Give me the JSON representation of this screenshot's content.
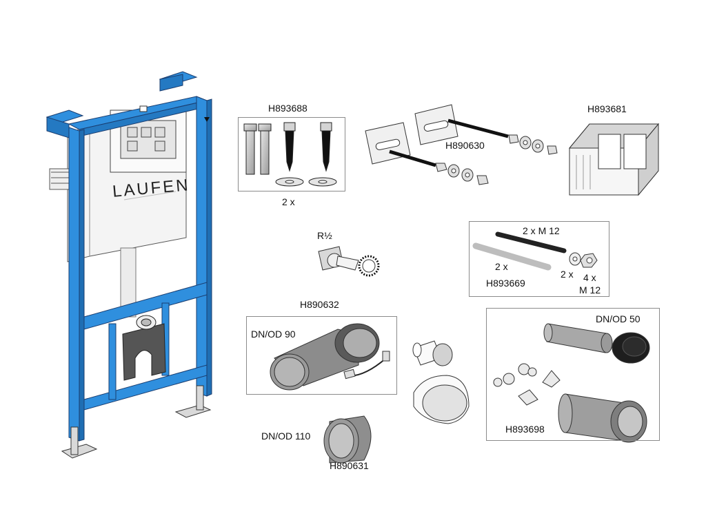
{
  "brand": "LAUFEN",
  "colors": {
    "frame": "#2f8fde",
    "frame_edge": "#1a3c6e",
    "part_fill": "#b8b8b8",
    "part_dark": "#1e1e1e"
  },
  "parts": {
    "h893688": {
      "code": "H893688",
      "qty": "2 x"
    },
    "h890630": {
      "code": "H890630"
    },
    "h893681": {
      "code": "H893681"
    },
    "r_half": {
      "label": "R½"
    },
    "h893669": {
      "code": "H893669",
      "rod_dark": "2 x M 12",
      "rod_light": "2 x",
      "washer": "2 x",
      "nut_qty": "4 x",
      "nut_size": "M 12"
    },
    "h890632": {
      "code": "H890632",
      "size": "DN/OD 90"
    },
    "h890631": {
      "code": "H890631",
      "size": "DN/OD 110"
    },
    "h893698": {
      "code": "H893698",
      "size": "DN/OD 50"
    }
  }
}
